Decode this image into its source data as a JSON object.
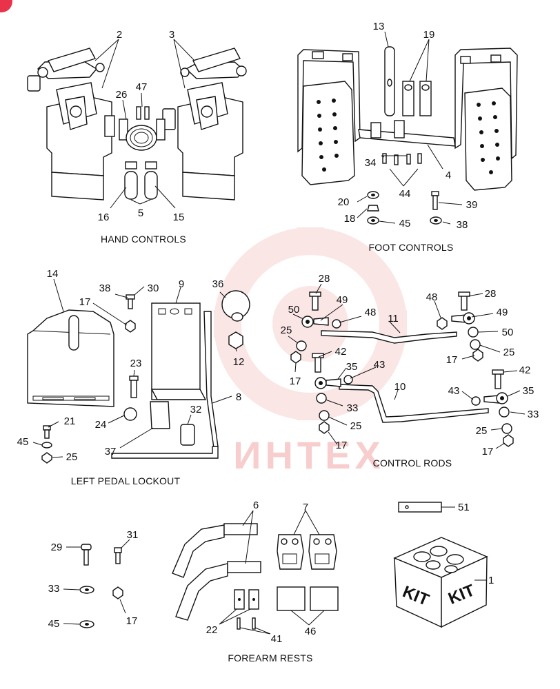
{
  "watermark": {
    "text": "ИНТЕХ",
    "color": "#f4b8b8"
  },
  "corner_badge": {
    "color": "#e8334a"
  },
  "sections": {
    "hand_controls": {
      "caption": "HAND CONTROLS",
      "callouts": [
        "2",
        "3",
        "26",
        "47",
        "16",
        "5",
        "15"
      ]
    },
    "foot_controls": {
      "caption": "FOOT CONTROLS",
      "callouts": [
        "13",
        "19",
        "34",
        "4",
        "44",
        "20",
        "18",
        "45",
        "39",
        "38"
      ]
    },
    "left_pedal_lockout": {
      "caption": "LEFT PEDAL LOCKOUT",
      "callouts": [
        "14",
        "38",
        "30",
        "9",
        "17",
        "36",
        "12",
        "23",
        "8",
        "24",
        "32",
        "37",
        "21",
        "45",
        "25"
      ]
    },
    "control_rods": {
      "caption": "CONTROL RODS",
      "callouts": [
        "28",
        "49",
        "50",
        "48",
        "11",
        "25",
        "42",
        "17",
        "35",
        "43",
        "10",
        "33",
        "25",
        "17",
        "48",
        "28",
        "49",
        "50",
        "25",
        "17",
        "42",
        "43",
        "35",
        "33",
        "25",
        "17"
      ]
    },
    "forearm_rests": {
      "caption": "FOREARM RESTS",
      "callouts": [
        "6",
        "7",
        "29",
        "31",
        "33",
        "17",
        "45",
        "22",
        "41",
        "46"
      ]
    },
    "kit": {
      "label_left": "KIT",
      "label_right": "KIT",
      "callouts": [
        "51",
        "1"
      ]
    }
  }
}
